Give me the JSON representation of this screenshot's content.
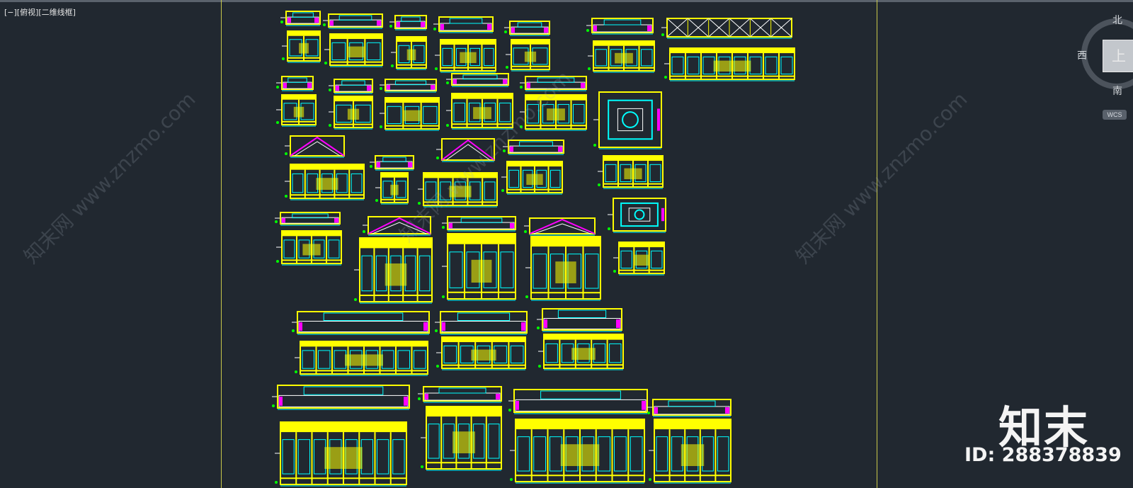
{
  "viewport": {
    "view_label": "[−][俯视][二维线框]",
    "background_color": "#212830",
    "drawing_colors": [
      "#ffff00",
      "#00ffff",
      "#ff00ff",
      "#ffffff",
      "#00ff00"
    ]
  },
  "viewcube": {
    "face_label": "上",
    "north": "北",
    "south": "南",
    "west": "西",
    "coordinate_system": "WCS"
  },
  "watermark": {
    "diagonal_text": "知末网 www.znzmo.com",
    "brand": "知末",
    "id_text": "ID: 288378839"
  }
}
